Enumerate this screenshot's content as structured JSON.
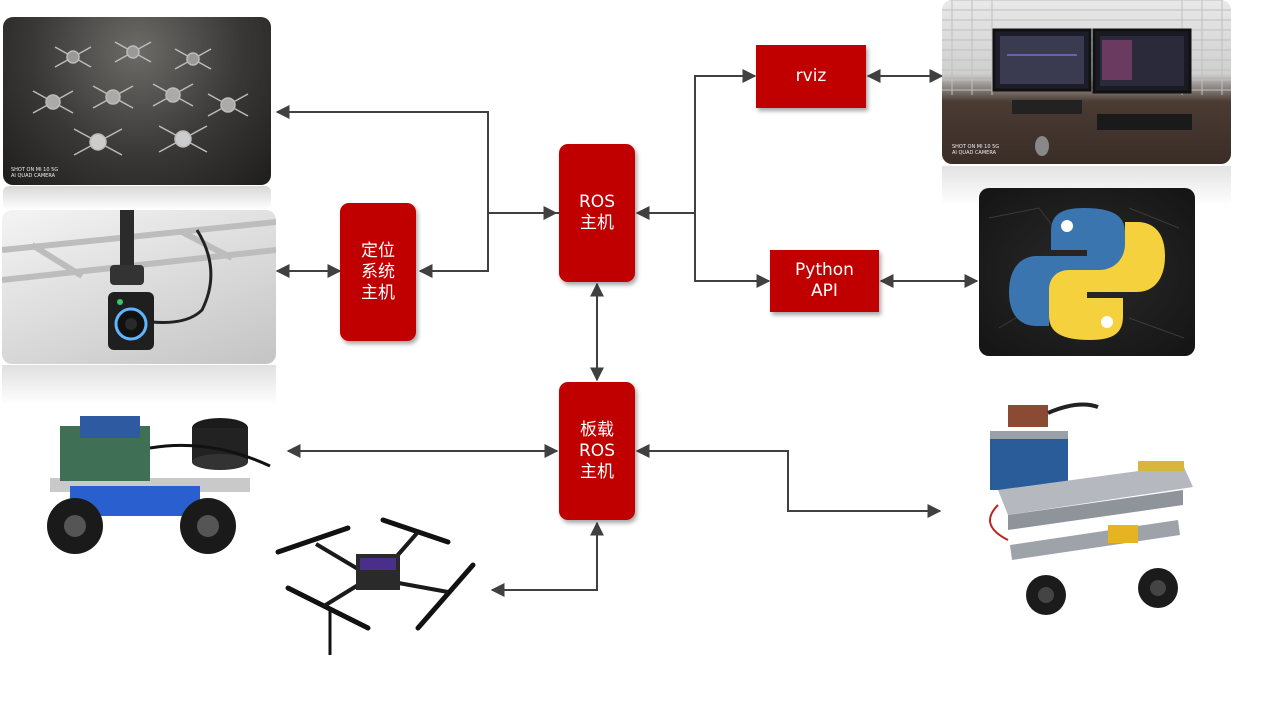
{
  "nodes": {
    "ros_host": "ROS\n主机",
    "positioning_host": "定位\n系统\n主机",
    "rviz": "rviz",
    "python_api": "Python\nAPI",
    "onboard_ros_host": "板载\nROS\n主机"
  },
  "photo_captions": {
    "drone_swarm": "SHOT ON MI 10 5G\nAI QUAD CAMERA",
    "workstation": "SHOT ON MI 10 5G\nAI QUAD CAMERA"
  },
  "icons": [
    "drone-swarm-photo",
    "motion-capture-camera-photo",
    "workstation-photo",
    "python-logo",
    "lidar-rover-photo",
    "quadrotor-photo",
    "lidar-robot-car-photo"
  ],
  "colors": {
    "node_fill": "#c00000",
    "connector": "#404040",
    "python_blue": "#3a75b0",
    "python_yellow": "#f5d13e"
  }
}
